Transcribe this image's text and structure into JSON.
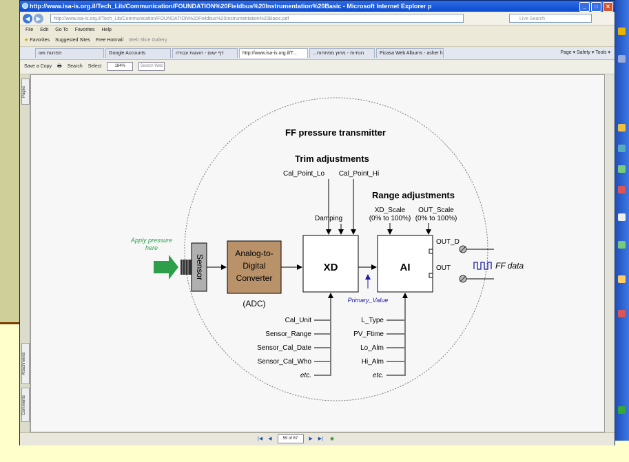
{
  "browser": {
    "title": "http://www.isa-is.org.il/Tech_Lib/Communication/FOUNDATION%20Fieldbus%20Instrumentation%20Basic - Microsoft Internet Explorer p",
    "address": "http://www.isa-is.org.il/Tech_Lib/Communication/FOUNDATION%20Fieldbus%20Instrumentation%20Basic.pdf",
    "search_placeholder": "Live Search",
    "menu": [
      "File",
      "Edit",
      "Go To",
      "Favorites",
      "Help"
    ],
    "favorites": [
      "Favorites",
      "Suggested Sites",
      "Free Hotmail",
      "Web Slice Gallery"
    ],
    "tabs": [
      "הפרגות ואוו",
      "Google Accounts",
      "דף ישום - הועגות עבודה",
      "http://www.isa-is.org.il/T...",
      "...הנחיות - מחוץ מפתחות",
      "Picasa Web Albums - asher h..."
    ],
    "page_tools": "Page ▾  Safety ▾  Tools ▾",
    "pdf_toolbar": {
      "save": "Save a Copy",
      "search": "Search",
      "select": "Select",
      "zoom": "184%",
      "find_placeholder": "Search Web"
    },
    "side_tabs": [
      "Pages",
      "Attachments",
      "Comments"
    ],
    "page_indicator": "59 of 67",
    "colors": {
      "title_blue": "#0a4bd2",
      "slide_bg": "#ffffcc",
      "sidebar": "#cfcf99",
      "accent_line": "#7a3a00"
    }
  },
  "diagram": {
    "title": "FF pressure transmitter",
    "trim_title": "Trim adjustments",
    "cal_point_lo": "Cal_Point_Lo",
    "cal_point_hi": "Cal_Point_Hi",
    "damping": "Damping",
    "range_title": "Range adjustments",
    "xd_scale": "XD_Scale",
    "xd_scale_range": "(0% to 100%)",
    "out_scale": "OUT_Scale",
    "out_scale_range": "(0% to 100%)",
    "apply_pressure_1": "Apply pressure",
    "apply_pressure_2": "here",
    "sensor": "Sensor",
    "adc_line1": "Analog-to-",
    "adc_line2": "Digital",
    "adc_line3": "Converter",
    "adc_abbr": "(ADC)",
    "xd": "XD",
    "ai": "AI",
    "out_d": "OUT_D",
    "out": "OUT",
    "ff_data": "FF data",
    "primary_value": "Primary_Value",
    "xd_params": [
      "Cal_Unit",
      "Sensor_Range",
      "Sensor_Cal_Date",
      "Sensor_Cal_Who",
      "etc."
    ],
    "ai_params": [
      "L_Type",
      "PV_Ftime",
      "Lo_Alm",
      "Hi_Alm",
      "etc."
    ],
    "colors": {
      "arrow_green": "#2f9e4a",
      "adc_fill": "#b9926a",
      "sensor_fill": "#b0b0b0",
      "primary_blue": "#1a1aa0"
    }
  }
}
